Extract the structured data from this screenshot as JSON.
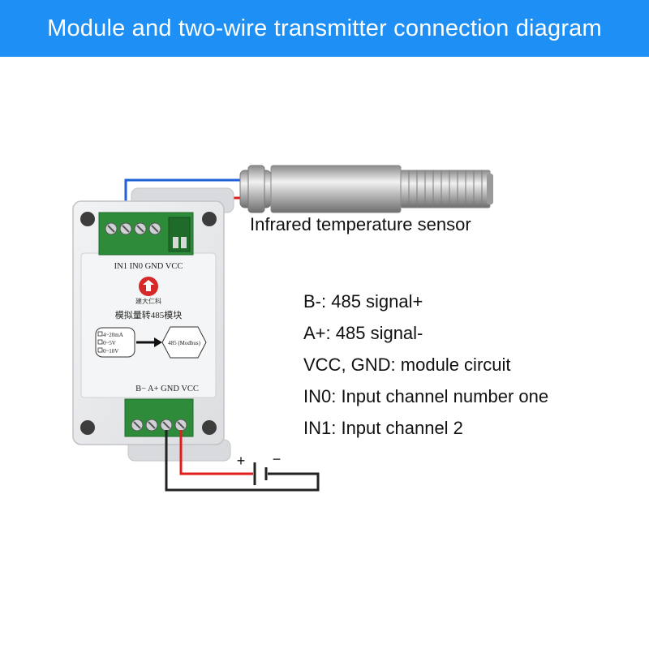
{
  "header": {
    "title": "Module and two-wire transmitter connection diagram"
  },
  "sensor": {
    "label": "Infrared temperature sensor"
  },
  "module": {
    "top_terminals": "IN1 IN0 GND VCC",
    "bottom_terminals": "B−  A+  GND VCC",
    "brand": "建大仁科",
    "title": "模拟量转485模块",
    "input_options": [
      "4~20mA",
      "0~5V",
      "0~10V"
    ],
    "output_label": "485 (Modbus)"
  },
  "battery": {
    "plus": "+",
    "minus": "−"
  },
  "legend": [
    "B-: 485 signal+",
    "A+: 485 signal-",
    "VCC, GND: module circuit",
    "IN0: Input channel number one",
    "IN1: Input channel 2"
  ],
  "colors": {
    "header_bg": "#1e90f5",
    "wire_red": "#e01e1e",
    "wire_blue": "#1f5fd8",
    "wire_black": "#222222",
    "terminal_green": "#2e8b3a",
    "module_body": "#e9eaec"
  }
}
